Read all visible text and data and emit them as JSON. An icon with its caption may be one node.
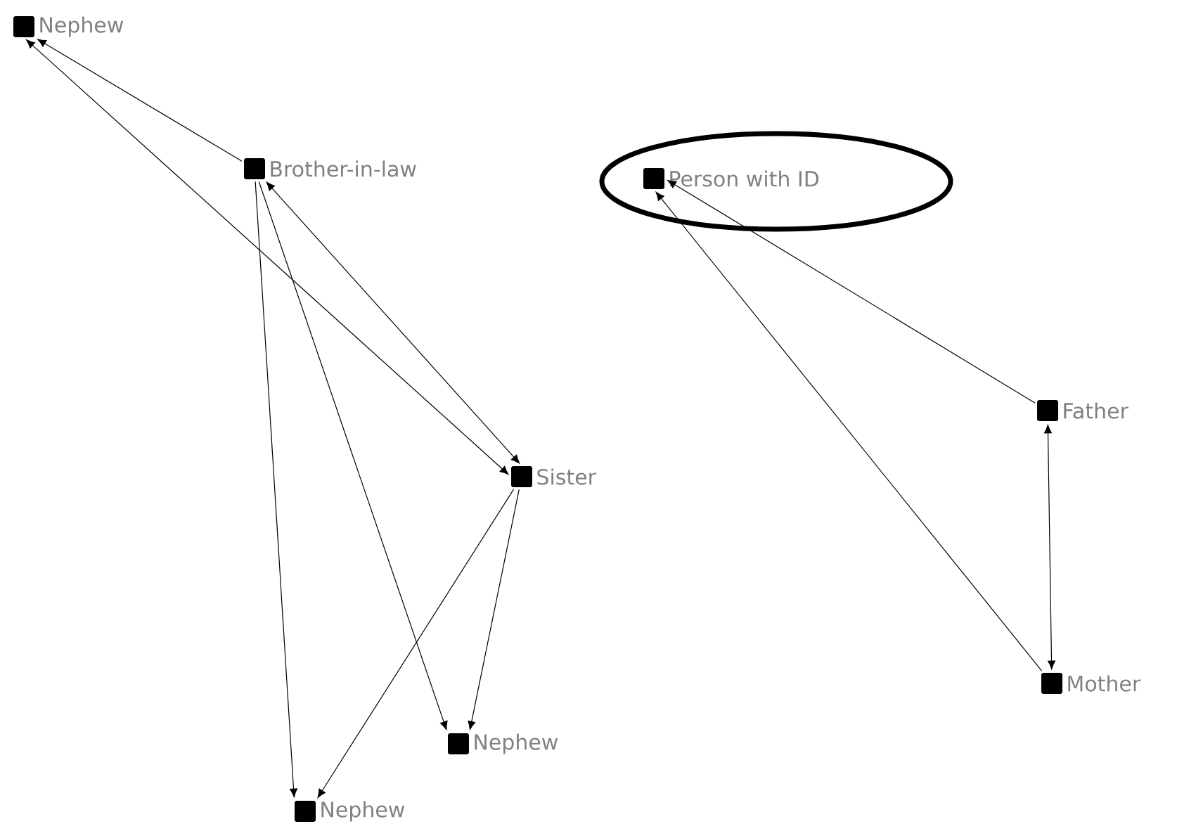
{
  "diagram": {
    "nodes": [
      {
        "text": [
          "Nephew"
        ]
      },
      {
        "text": [
          "Brother-in-law"
        ]
      },
      {
        "text": [
          "Sister"
        ]
      },
      {
        "text": [
          "Nephew"
        ]
      },
      {
        "text": [
          "Nephew"
        ]
      },
      {
        "text": [
          "Person with ID"
        ]
      },
      {
        "text": [
          "Father"
        ]
      },
      {
        "text": [
          "Mother"
        ]
      }
    ],
    "edges": [
      {
        "from": 1,
        "to": 0,
        "arrow": "to"
      },
      {
        "from": 0,
        "to": 2,
        "arrow": "both"
      },
      {
        "from": 1,
        "to": 2,
        "arrow": "both"
      },
      {
        "from": 1,
        "to": 4,
        "arrow": "to"
      },
      {
        "from": 1,
        "to": 3,
        "arrow": "to"
      },
      {
        "from": 2,
        "to": 3,
        "arrow": "to"
      },
      {
        "from": 2,
        "to": 4,
        "arrow": "to"
      },
      {
        "from": 6,
        "to": 5,
        "arrow": "to"
      },
      {
        "from": 7,
        "to": 5,
        "arrow": "to"
      },
      {
        "from": 6,
        "to": 7,
        "arrow": "both"
      }
    ]
  }
}
